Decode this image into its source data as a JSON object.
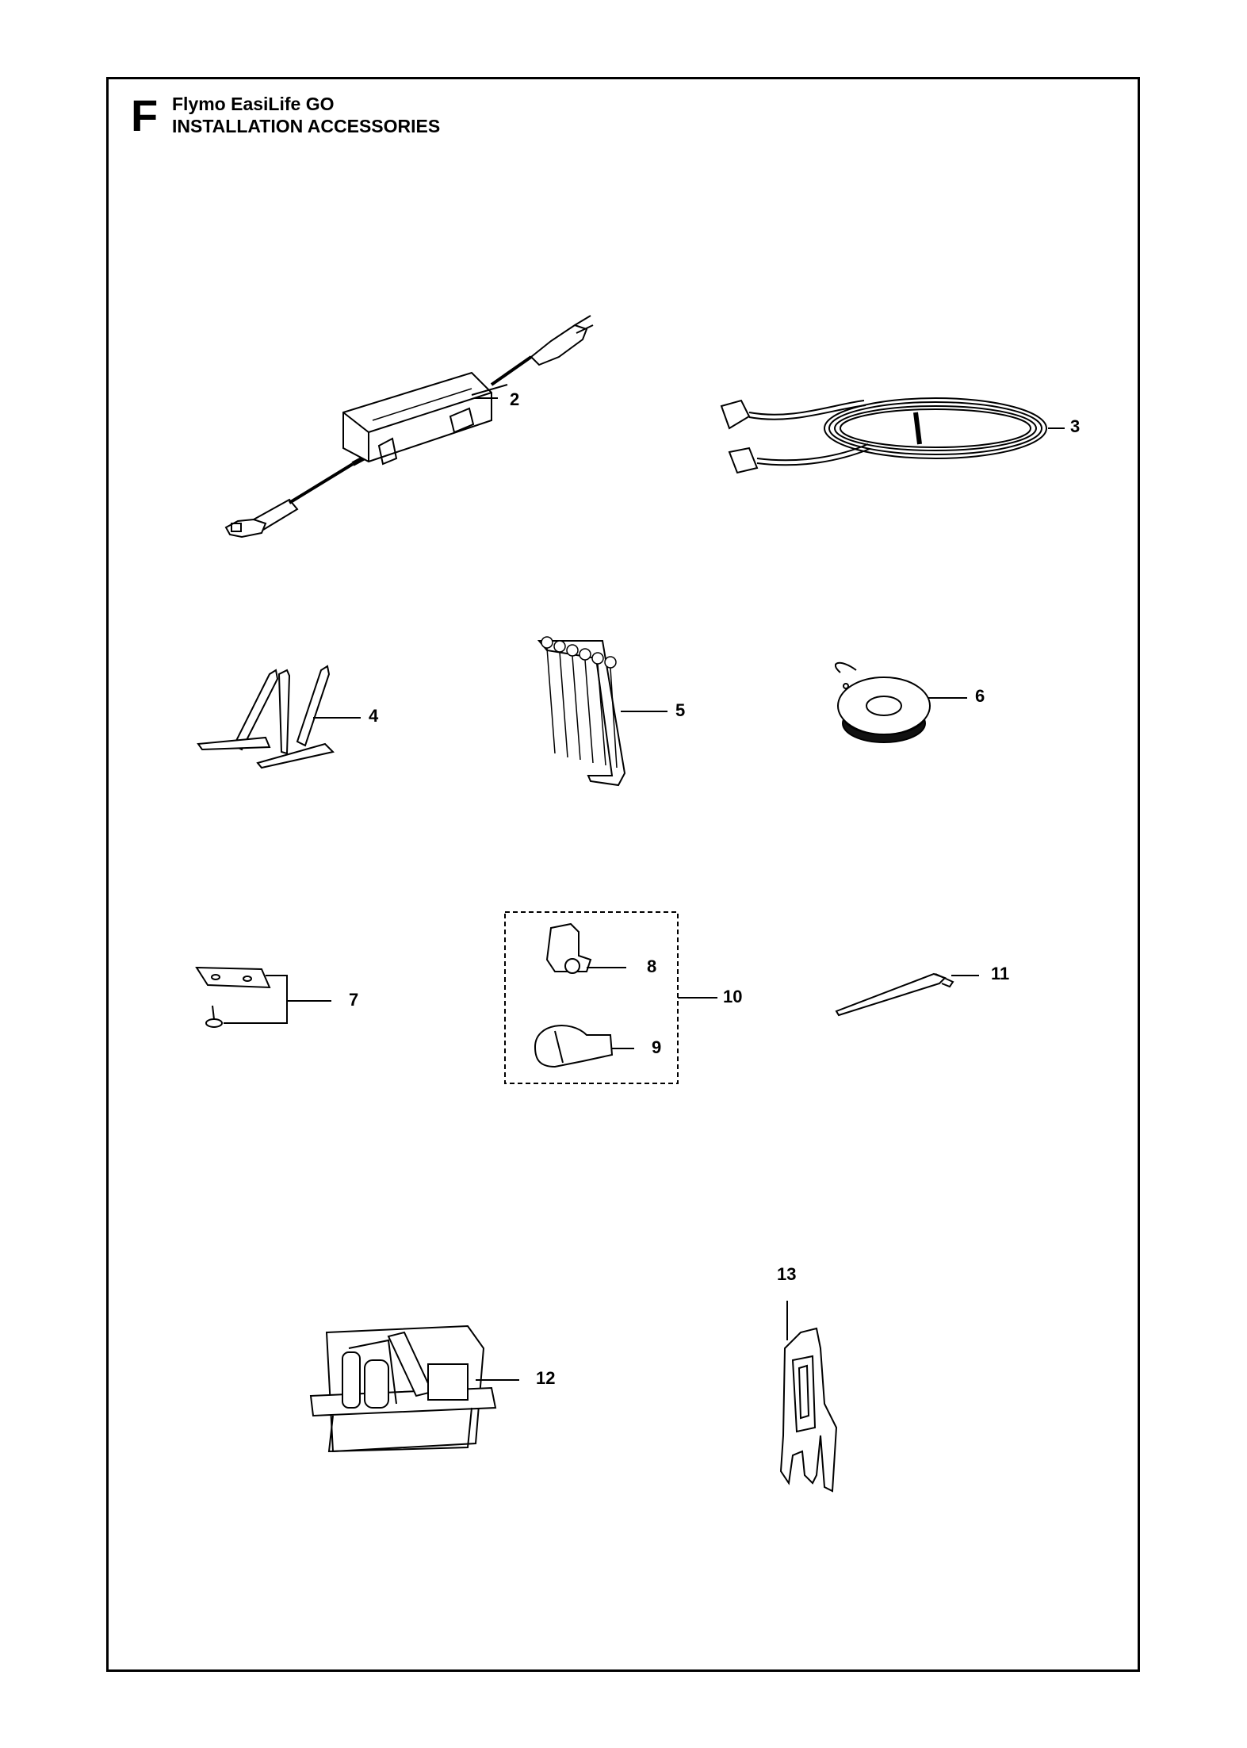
{
  "header": {
    "section_letter": "F",
    "product_name": "Flymo EasiLife GO",
    "section_title": "INSTALLATION ACCESSORIES"
  },
  "parts": [
    {
      "number": "2",
      "icon": "power-supply-icon"
    },
    {
      "number": "3",
      "icon": "low-voltage-cable-icon"
    },
    {
      "number": "4",
      "icon": "pegs-icon"
    },
    {
      "number": "5",
      "icon": "blade-strip-icon"
    },
    {
      "number": "6",
      "icon": "boundary-wire-spool-icon"
    },
    {
      "number": "7",
      "icon": "blade-and-screw-icon"
    },
    {
      "number": "8",
      "icon": "wire-connector-icon"
    },
    {
      "number": "9",
      "icon": "coupler-icon"
    },
    {
      "number": "10",
      "icon": "connector-kit-group"
    },
    {
      "number": "11",
      "icon": "hex-key-icon"
    },
    {
      "number": "12",
      "icon": "accessory-box-icon"
    },
    {
      "number": "13",
      "icon": "wall-bracket-icon"
    }
  ]
}
